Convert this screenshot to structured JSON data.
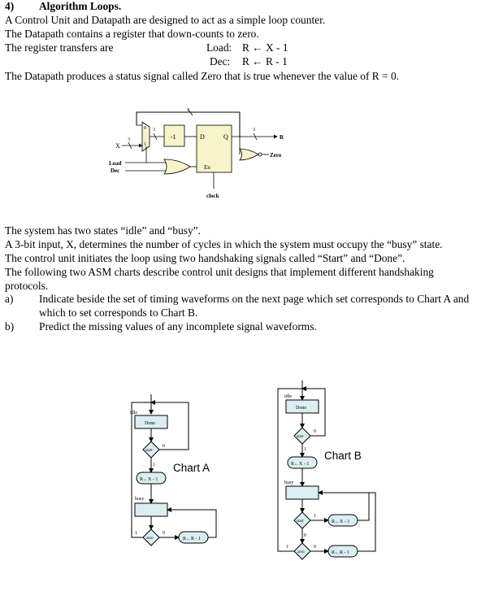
{
  "question": {
    "number": "4)",
    "title": "Algorithm Loops.",
    "intro_lines": [
      "A Control Unit and Datapath are designed to act as a simple loop counter.",
      "The Datapath contains a register that down-counts to zero.",
      "The register transfers are"
    ],
    "transfers": [
      {
        "name": "Load:",
        "expr": "R ← X - 1"
      },
      {
        "name": "Dec:",
        "expr": "R ← R - 1"
      }
    ],
    "zero_line": "The Datapath produces a status signal called Zero that is true whenever the value of R = 0.",
    "body_lines": [
      "The system has two states “idle” and “busy”.",
      "A 3-bit input, X, determines the number of cycles in which the system must occupy the “busy” state.",
      "The control unit initiates the loop using two handshaking signals called “Start” and “Done”.",
      "The following two ASM charts describe control unit designs that implement different handshaking",
      "protocols."
    ],
    "parts": [
      {
        "label": "a)",
        "lines": [
          "Indicate beside the set of timing waveforms on the next page which set corresponds to Chart A and",
          "which to set corresponds to Chart B."
        ]
      },
      {
        "label": "b)",
        "lines": [
          "Predict the missing values of any incomplete signal waveforms."
        ]
      }
    ]
  },
  "datapath": {
    "x_label": "X",
    "bus_width": "3",
    "mux_in0": "0",
    "mux_in1": "1",
    "sub_label": "-1",
    "reg_d": "D",
    "reg_q": "Q",
    "reg_en": "En",
    "out_r": "R",
    "load_label": "Load",
    "dec_label": "Dec",
    "zero_label": "Zero",
    "clock_label": "clock"
  },
  "chart_a": {
    "title": "Chart A",
    "state1": "idle",
    "output1": "Done",
    "decision1": "start",
    "cond_action1": "R←X - 1",
    "state2": "busy",
    "decision2": "zero",
    "cond_action2": "R←R - 1",
    "yes": "1",
    "no": "0"
  },
  "chart_b": {
    "title": "Chart B",
    "state1": "idle",
    "output1": "Done",
    "decision1": "start",
    "cond_action1": "R←X - 1",
    "state2": "busy",
    "decision2": "start",
    "cond_action2": "R←X - 1",
    "decision3": "zero",
    "cond_action3": "R←R - 1",
    "yes": "1",
    "no": "0"
  }
}
